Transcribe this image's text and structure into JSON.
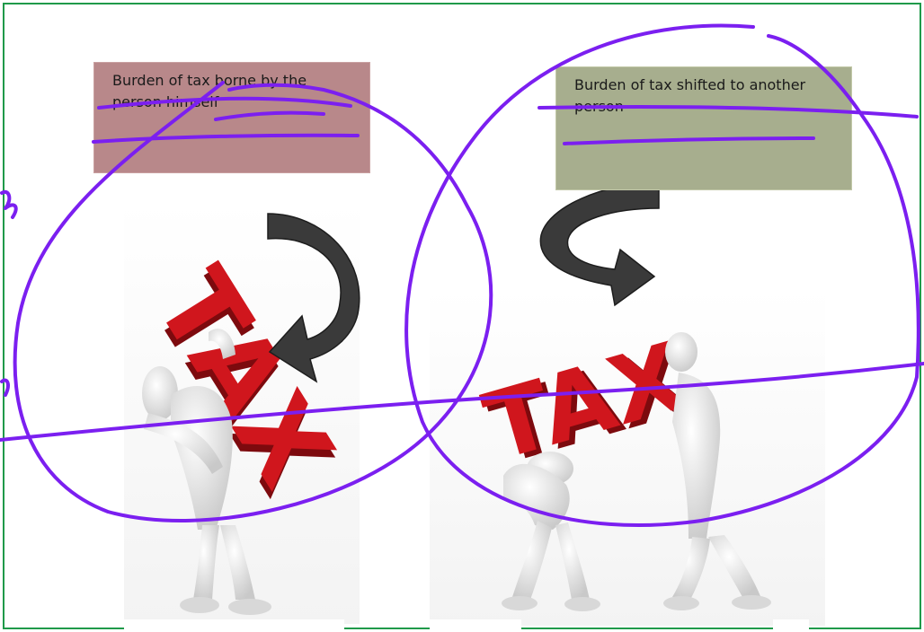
{
  "left_panel": {
    "caption": "Burden of tax borne by the person himself",
    "figure_text": "TAX"
  },
  "right_panel": {
    "caption": "Burden of tax shifted to another person",
    "figure_text": "TAX"
  },
  "colors": {
    "frame": "#1f9a4a",
    "left_caption_bg": "#b8888a",
    "right_caption_bg": "#a7ae8e",
    "tax_letters": "#c8141b",
    "arrow": "#3a3a3a",
    "annotation_ink": "#7b1ff0"
  }
}
